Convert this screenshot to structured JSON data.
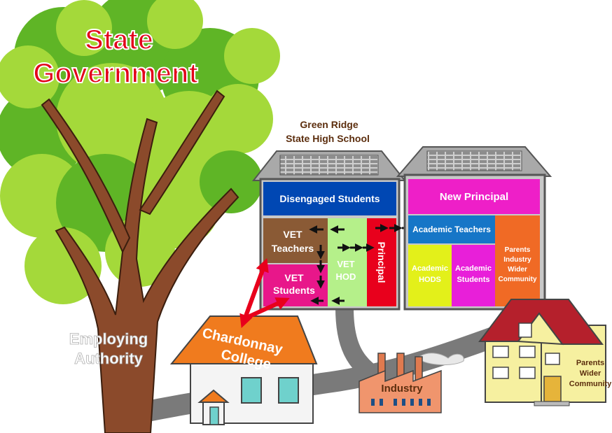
{
  "tree_label": {
    "line1": "State",
    "line2": "Government"
  },
  "employer_label": {
    "line1": "Employing",
    "line2": "Authority"
  },
  "school_label": {
    "line1": "Green Ridge",
    "line2": "State High School"
  },
  "college_label": {
    "line1": "Chardonnay",
    "line2": "College"
  },
  "industry_label": "Industry",
  "house_label": {
    "line1": "Parents",
    "line2": "Wider",
    "line3": "Community"
  },
  "left_building": {
    "top_box": "Disengaged Students",
    "vet_teachers": {
      "line1": "VET",
      "line2": "Teachers"
    },
    "vet_students": {
      "line1": "VET",
      "line2": "Students"
    },
    "vet_hod": {
      "line1": "VET",
      "line2": "HOD"
    },
    "principal": "Principal"
  },
  "right_building": {
    "top_box": "New Principal",
    "academic_teachers": "Academic Teachers",
    "academic_hods": {
      "line1": "Academic",
      "line2": "HODS"
    },
    "academic_students": {
      "line1": "Academic",
      "line2": "Students"
    },
    "community": {
      "line1": "Parents",
      "line2": "Industry",
      "line3": "Wider",
      "line4": "Community"
    }
  },
  "colors": {
    "tree_title": "#e2001a",
    "foliage": "#a4d93a",
    "foliage_dark": "#5fb526",
    "trunk": "#8b4a2b",
    "road": "#7a7a7a",
    "disengaged": "#0047b3",
    "vet_teachers": "#8a5a35",
    "vet_students": "#e8178a",
    "vet_hod": "#b5f08a",
    "principal": "#e8001c",
    "new_principal": "#ee1fc8",
    "academic_teachers": "#1676c7",
    "academic_hods": "#e3f01a",
    "academic_students": "#e81fd9",
    "community": "#f06a25",
    "college_roof": "#f07b1e",
    "arrow_red": "#e8001c"
  }
}
